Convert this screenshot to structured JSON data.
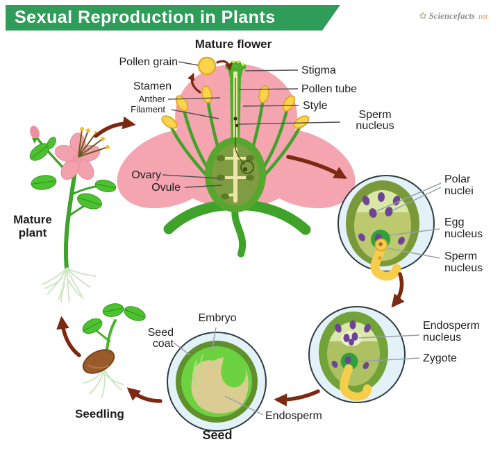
{
  "banner": {
    "title": "Sexual Reproduction in Plants"
  },
  "logo": {
    "icon": "flower-icon",
    "brand": "Sciencefacts",
    "tld": ".net"
  },
  "stage_labels": {
    "mature_flower": "Mature flower",
    "mature_plant": {
      "line1": "Mature",
      "line2": "plant"
    },
    "seedling": "Seedling",
    "seed": "Seed"
  },
  "flower": {
    "pollen_grain": "Pollen grain",
    "stamen": "Stamen",
    "anther": "Anther",
    "filament": "Filament",
    "stigma": "Stigma",
    "pollen_tube": "Pollen tube",
    "style": "Style",
    "sperm_nucleus": {
      "line1": "Sperm",
      "line2": "nucleus"
    },
    "ovary": "Ovary",
    "ovule": "Ovule"
  },
  "ovule_detail": {
    "polar_nuclei": {
      "line1": "Polar",
      "line2": "nuclei"
    },
    "egg_nucleus": {
      "line1": "Egg",
      "line2": "nucleus"
    },
    "sperm_nucleus": {
      "line1": "Sperm",
      "line2": "nucleus"
    }
  },
  "fertilized_ovule": {
    "endosperm_nucleus": {
      "line1": "Endosperm",
      "line2": "nucleus"
    },
    "zygote": "Zygote"
  },
  "seed_detail": {
    "embryo": "Embryo",
    "seed_coat": {
      "line1": "Seed",
      "line2": "coat"
    },
    "endosperm": "Endosperm"
  },
  "colors": {
    "banner_green": "#2f9d59",
    "petal_pink": "#f4a5b0",
    "leaf_green": "#4cb52e",
    "anther_yellow": "#fbd44c",
    "arrow_brown": "#7c2912",
    "nucleus_purple": "#6c4596",
    "cell_circle_blue": "#e3f1f8",
    "ovule_olive": "#bdc96e",
    "endosperm_tan": "#dbcd92",
    "seed_brown": "#9a5b2b"
  }
}
